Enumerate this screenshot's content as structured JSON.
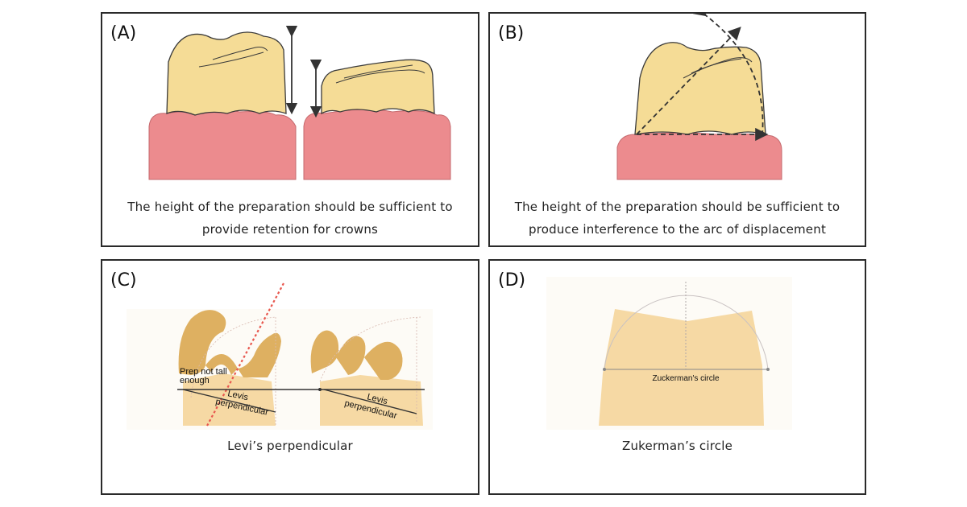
{
  "panels": [
    {
      "label": "(A)",
      "caption_lines": [
        "The height of the preparation should be sufficient to",
        "provide retention for crowns"
      ]
    },
    {
      "label": "(B)",
      "caption_lines": [
        "The height of the preparation should be sufficient to",
        "produce interference to the arc of displacement"
      ]
    },
    {
      "label": "(C)",
      "caption_lines": [
        "Levi’s perpendicular"
      ],
      "figure_labels": {
        "prep_line1": "Prep not tall",
        "prep_line2": "enough",
        "levis_1": "Levis",
        "perp_1": "perpendicular",
        "levis_2": "Levis",
        "perp_2": "perpendicular"
      }
    },
    {
      "label": "(D)",
      "caption_lines": [
        "Zukerman’s circle"
      ],
      "figure_labels": {
        "circle": "Zuckerman's circle"
      }
    }
  ],
  "colors": {
    "tooth": "#f5dc96",
    "tooth_outline": "#3a3a3a",
    "gum": "#ec8b8e",
    "prep_brown": "#deb061",
    "prep_light": "#f6d9a4",
    "levi_red": "#e8574e",
    "arrow_dark": "#333333"
  }
}
